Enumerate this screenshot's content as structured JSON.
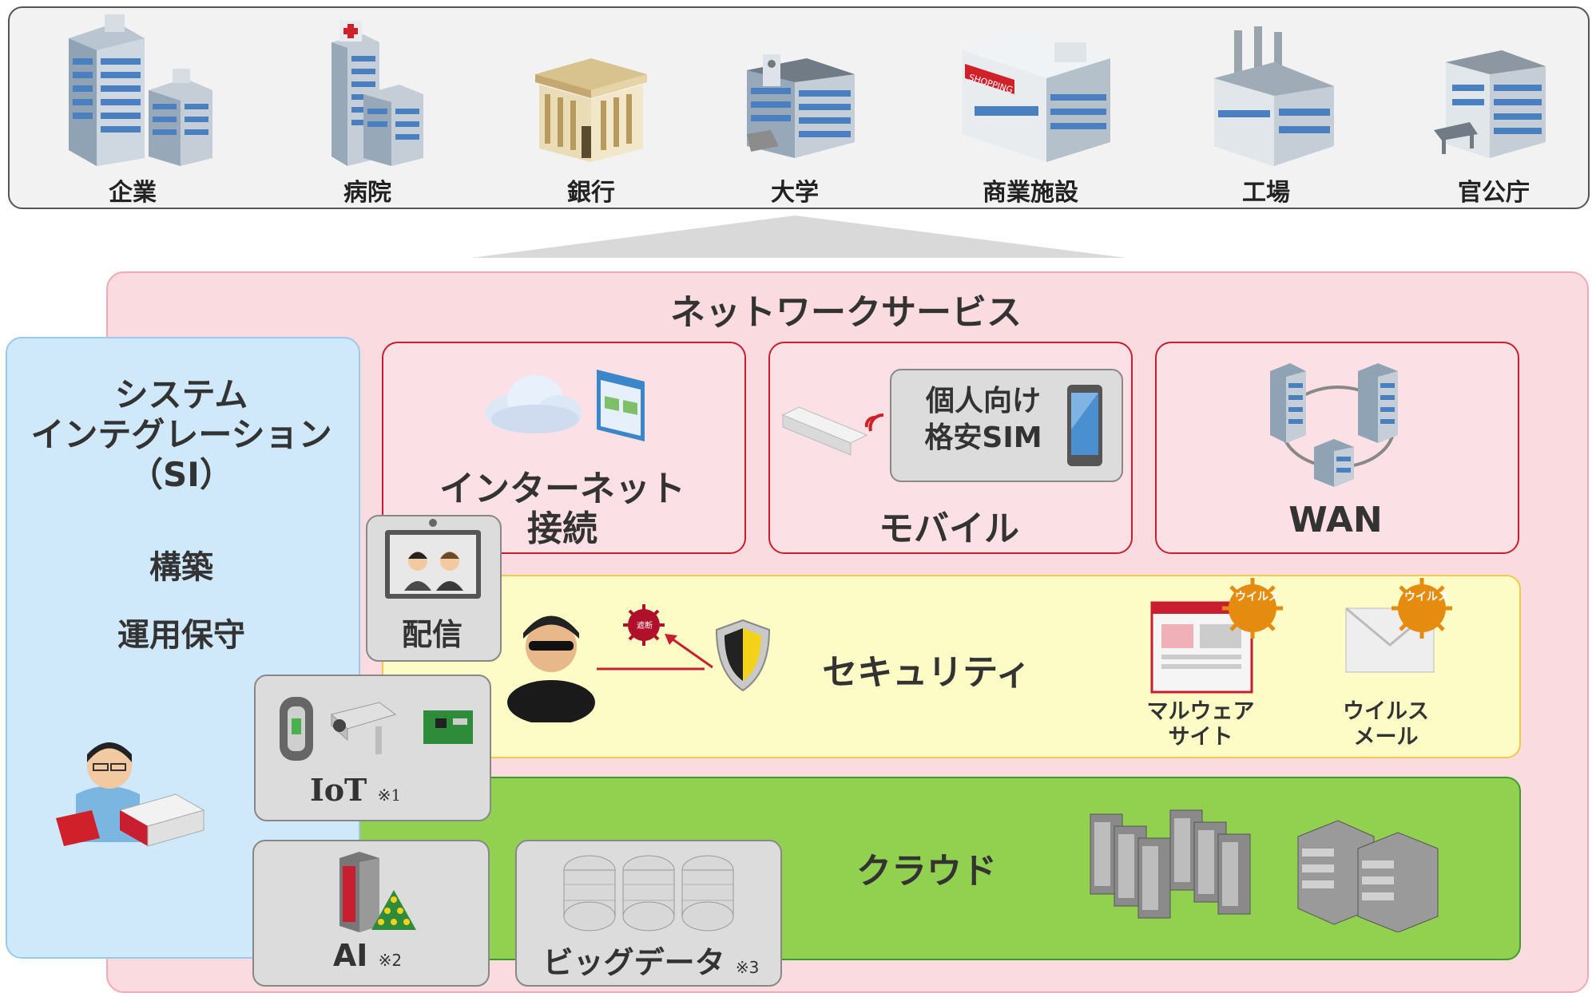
{
  "facilities": [
    {
      "label": "企業",
      "icon": "office-buildings-icon"
    },
    {
      "label": "病院",
      "icon": "hospital-icon"
    },
    {
      "label": "銀行",
      "icon": "bank-icon"
    },
    {
      "label": "大学",
      "icon": "university-icon"
    },
    {
      "label": "商業施設",
      "icon": "shopping-mall-icon",
      "sign": "SHOPPING"
    },
    {
      "label": "工場",
      "icon": "factory-icon"
    },
    {
      "label": "官公庁",
      "icon": "government-office-icon"
    }
  ],
  "network": {
    "title": "ネットワークサービス",
    "internet": {
      "line1": "インターネット",
      "line2": "接続"
    },
    "mobile": {
      "label": "モバイル",
      "sim_line1": "個人向け",
      "sim_line2": "格安SIM"
    },
    "wan": {
      "label": "WAN"
    }
  },
  "si": {
    "line1": "システム",
    "line2": "インテグレーション",
    "line3": "（SI）",
    "build": "構築",
    "maintenance": "運用保守"
  },
  "streaming": {
    "label": "配信"
  },
  "security": {
    "label": "セキュリティ",
    "malware_line1": "マルウェア",
    "malware_line2": "サイト",
    "virus_mail_line1": "ウイルス",
    "virus_mail_line2": "メール",
    "virus_tag": "ウイルス",
    "blocked_tag": "遮断"
  },
  "iot": {
    "label": "IoT",
    "note": "※1"
  },
  "cloud": {
    "label": "クラウド"
  },
  "ai": {
    "label": "AI",
    "note": "※2"
  },
  "bigdata": {
    "label": "ビッグデータ",
    "note": "※3"
  },
  "colors": {
    "network_bg": "#fadbe0",
    "si_bg": "#cfe9fb",
    "security_bg": "#fdfcc6",
    "cloud_bg": "#92d050",
    "box_border": "#c81e30"
  }
}
